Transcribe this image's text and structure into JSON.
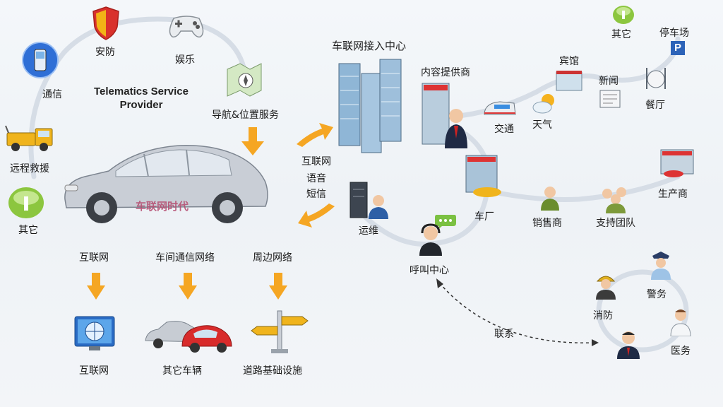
{
  "left_cluster": {
    "title_line1": "Telematics Service",
    "title_line2": "Provider",
    "security": "安防",
    "entertainment": "娱乐",
    "communication": "通信",
    "navigation": "导航&位置服务",
    "roadside_rescue": "远程救援",
    "other": "其它",
    "car_watermark": "车联网时代"
  },
  "middle": {
    "channel_line1": "互联网",
    "channel_line2": "语音",
    "channel_line3": "短信"
  },
  "networks": {
    "internet_top": "互联网",
    "v2v_top": "车间通信网络",
    "periphery_top": "周边网络",
    "internet_bottom": "互联网",
    "other_vehicles": "其它车辆",
    "road_infra": "道路基础设施"
  },
  "center_cluster": {
    "access_center": "车联网接入中心",
    "content_provider": "内容提供商",
    "operations": "运维",
    "call_center": "呼叫中心",
    "car_factory": "车厂",
    "dealer": "销售商",
    "support_team": "支持团队",
    "manufacturer": "生产商",
    "transport": "交通",
    "weather": "天气",
    "hotel": "宾馆",
    "news": "新闻",
    "restaurant": "餐厅",
    "other": "其它",
    "parking": "停车场",
    "parking_sign": "P"
  },
  "emergency": {
    "link": "联系",
    "fire": "消防",
    "police": "警务",
    "medical": "医务"
  }
}
